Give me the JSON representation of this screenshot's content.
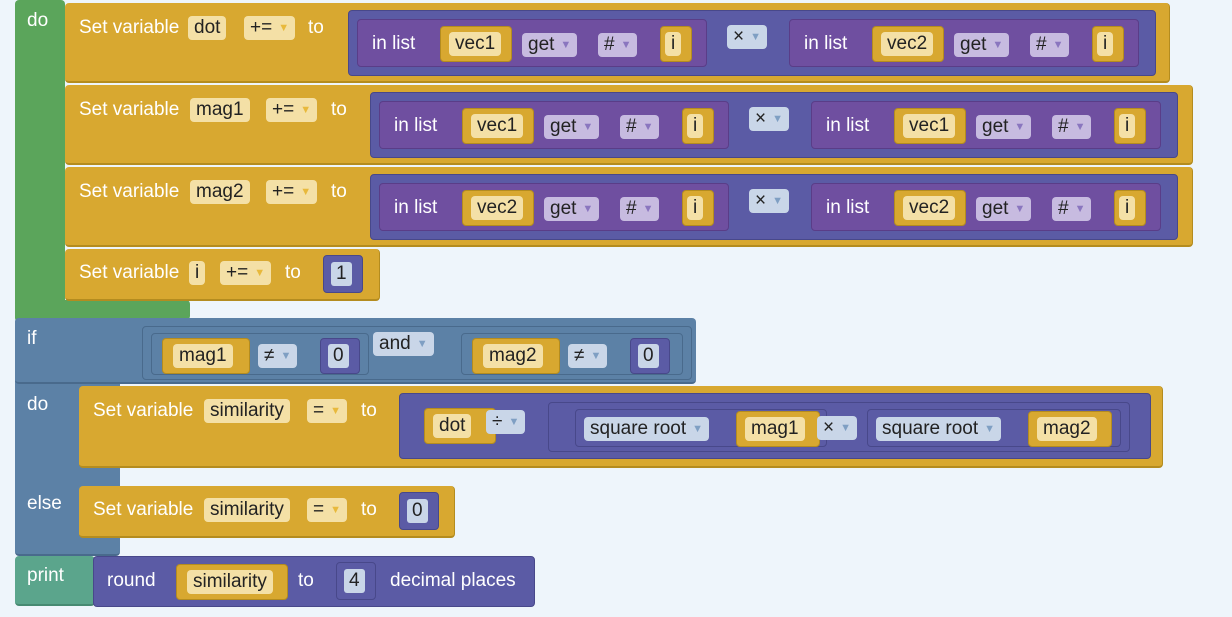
{
  "kw": {
    "do": "do",
    "if": "if",
    "else": "else",
    "print": "print",
    "set": "Set variable",
    "to": "to",
    "in_list": "in list",
    "get": "get",
    "and": "and",
    "square_root": "square root",
    "round": "round",
    "decimal_places": "decimal places"
  },
  "ops": {
    "plus_eq": "+=",
    "eq": "=",
    "hash": "#",
    "times": "×",
    "div": "÷",
    "neq": "≠"
  },
  "vars": {
    "dot": "dot",
    "mag1": "mag1",
    "mag2": "mag2",
    "i": "i",
    "vec1": "vec1",
    "vec2": "vec2",
    "similarity": "similarity"
  },
  "nums": {
    "one": "1",
    "zero": "0",
    "four": "4"
  },
  "colors": {
    "loop": "#5ba55b",
    "variables": "#d8a830",
    "logic": "#5c81a6",
    "lists": "#6f4fa0",
    "math": "#5b5ba5",
    "text": "#5ba58c"
  }
}
